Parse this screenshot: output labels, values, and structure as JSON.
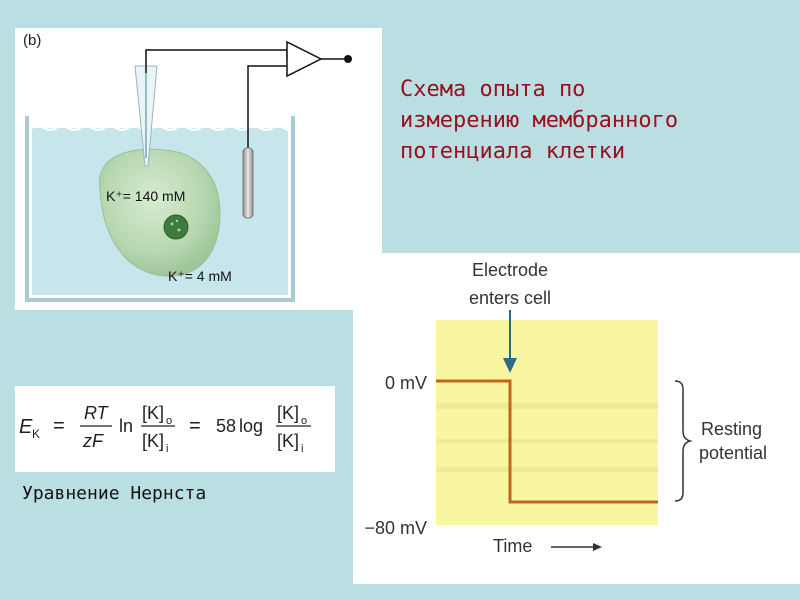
{
  "title": "Схема опыта по\nизмерению мембранного\nпотенциала клетки",
  "diagram": {
    "panel_label": "(b)",
    "k_inside": "K⁺= 140 mM",
    "k_outside": "K⁺= 4 mM"
  },
  "graph": {
    "annotation": "Electrode\nenters cell",
    "annotation_line1": "Electrode",
    "annotation_line2": "enters cell",
    "y_label_top": "0 mV",
    "y_label_bottom": "−80 mV",
    "x_label": "Time",
    "bracket_label_line1": "Resting",
    "bracket_label_line2": "potential",
    "trace_color": "#c0651d",
    "background_color": "#f8f6a0"
  },
  "equation": {
    "lhs": "E",
    "lhs_sub": "K",
    "eq1": "=",
    "rt": "RT",
    "zf": "zF",
    "ln": "ln",
    "k_o": "[K]",
    "sub_o": "o",
    "k_i": "[K]",
    "sub_i": "i",
    "eq2": "=",
    "coef": "58",
    "log": "log",
    "caption": "Уравнение Нернста"
  }
}
